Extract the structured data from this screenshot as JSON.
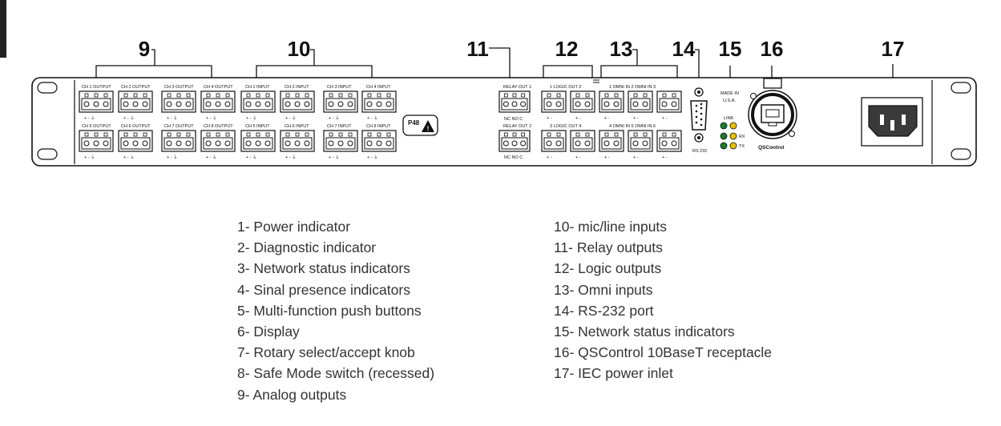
{
  "callouts": {
    "c9": "9",
    "c10": "10",
    "c11": "11",
    "c12": "12",
    "c13": "13",
    "c14": "14",
    "c15": "15",
    "c16": "16",
    "c17": "17"
  },
  "panel": {
    "outputs_top": [
      "CH 1 OUTPUT",
      "CH 2 OUTPUT",
      "CH 3 OUTPUT",
      "CH 4 OUTPUT"
    ],
    "outputs_bottom": [
      "CH 5 OUTPUT",
      "CH 6 OUTPUT",
      "CH 7 OUTPUT",
      "CH 8 OUTPUT"
    ],
    "inputs_top": [
      "CH 1 INPUT",
      "CH 2 INPUT",
      "CH 3 INPUT",
      "CH 4 INPUT"
    ],
    "inputs_bottom": [
      "CH 5 INPUT",
      "CH 6 INPUT",
      "CH 7 INPUT",
      "CH 8 INPUT"
    ],
    "pin_label": "+  -  ⏚",
    "p48": "P48",
    "relay_out_1": "RELAY OUT 1",
    "relay_out_2": "RELAY OUT 2",
    "relay_pins": "NC   NO   C",
    "logic_top": "1    LOGIC OUT    2",
    "logic_bottom": "3    LOGIC OUT    4",
    "omni_top": "1   OMNI IN   2   OMNI IN   3",
    "omni_bottom": "4   OMNI IN   5   OMNI IN   6",
    "pm": "+  -",
    "rs232": "RS 232",
    "made_in": "MADE IN",
    "usa": "U.S.A.",
    "link": "LINK",
    "rx": "RX",
    "tx": "TX",
    "qscontrol": "QSControl"
  },
  "legend_left": [
    "1- Power indicator",
    "2- Diagnostic indicator",
    "3- Network status indicators",
    "4- Sinal presence indicators",
    "5- Multi-function push buttons",
    "6- Display",
    "7- Rotary select/accept knob",
    "8- Safe Mode switch (recessed)",
    "9- Analog outputs"
  ],
  "legend_right": [
    "10- mic/line inputs",
    "11- Relay outputs",
    "12- Logic outputs",
    "13- Omni inputs",
    "14- RS-232 port",
    "15- Network status indicators",
    "16- QSControl 10BaseT receptacle",
    "17- IEC power inlet"
  ],
  "colors": {
    "led_green": "#1c7a2e",
    "led_yellow": "#e6c200",
    "line": "#111111"
  }
}
